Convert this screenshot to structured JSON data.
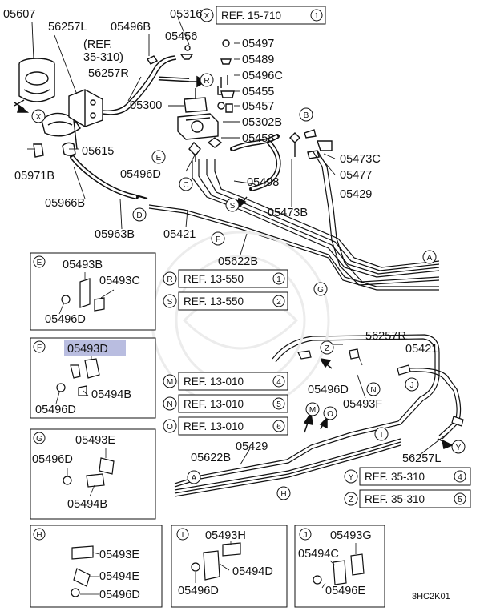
{
  "diagram_code": "3HC2K01",
  "highlight_color": "#b9bde0",
  "parts": {
    "p05607": "05607",
    "p56257L_top": "56257L",
    "p05496B": "05496B",
    "p05316": "05316",
    "p05456": "05456",
    "p05497": "05497",
    "p05489": "05489",
    "p05496C": "05496C",
    "p05455": "05455",
    "p05457": "05457",
    "p05302B": "05302B",
    "p05458": "05458",
    "p05473C": "05473C",
    "p05477": "05477",
    "p05429_top": "05429",
    "p05498": "05498",
    "p05473B": "05473B",
    "p05300": "05300",
    "p56257R_top": "56257R",
    "p05615": "05615",
    "p05971B": "05971B",
    "p05966B": "05966B",
    "p05963B": "05963B",
    "p05421_top": "05421",
    "p05622B_top": "05622B",
    "p05496D_top": "05496D",
    "p56257R_mid": "56257R",
    "p05421_mid": "05421",
    "p05496D_mid": "05496D",
    "p05493F": "05493F",
    "p05429_mid": "05429",
    "p05622B_mid": "05622B",
    "p56257L_mid": "56257L"
  },
  "inline_refs": {
    "top_ref_line1": "(REF.",
    "top_ref_line2": "35-310)"
  },
  "ref_boxes": {
    "x": {
      "prefix": "X",
      "label": "REF. 15-710",
      "num": "1"
    },
    "r": {
      "prefix": "R",
      "label": "REF. 13-550",
      "num": "1"
    },
    "s": {
      "prefix": "S",
      "label": "REF. 13-550",
      "num": "2"
    },
    "m": {
      "prefix": "M",
      "label": "REF. 13-010",
      "num": "4"
    },
    "n": {
      "prefix": "N",
      "label": "REF. 13-010",
      "num": "5"
    },
    "o": {
      "prefix": "O",
      "label": "REF. 13-010",
      "num": "6"
    },
    "y": {
      "prefix": "Y",
      "label": "REF. 35-310",
      "num": "4"
    },
    "z": {
      "prefix": "Z",
      "label": "REF. 35-310",
      "num": "5"
    }
  },
  "callouts": {
    "X": "X",
    "R": "R",
    "E": "E",
    "C": "C",
    "B": "B",
    "S": "S",
    "D": "D",
    "F": "F",
    "A": "A",
    "G": "G",
    "Z": "Z",
    "J": "J",
    "N": "N",
    "M": "M",
    "O": "O",
    "I": "I",
    "Y": "Y",
    "H": "H",
    "A2": "A"
  },
  "detail_boxes": {
    "E": {
      "tag": "E",
      "a": "05493B",
      "b": "05493C",
      "c": "05496D"
    },
    "F": {
      "tag": "F",
      "a": "05493D",
      "b": "05494B",
      "c": "05496D"
    },
    "G": {
      "tag": "G",
      "a": "05493E",
      "b": "05496D",
      "c": "05494B"
    },
    "H": {
      "tag": "H",
      "a": "05493E",
      "b": "05494E",
      "c": "05496D"
    },
    "I": {
      "tag": "I",
      "a": "05493H",
      "b": "05494D",
      "c": "05496D"
    },
    "J": {
      "tag": "J",
      "a": "05493G",
      "b": "05494C",
      "c": "05496E"
    }
  }
}
